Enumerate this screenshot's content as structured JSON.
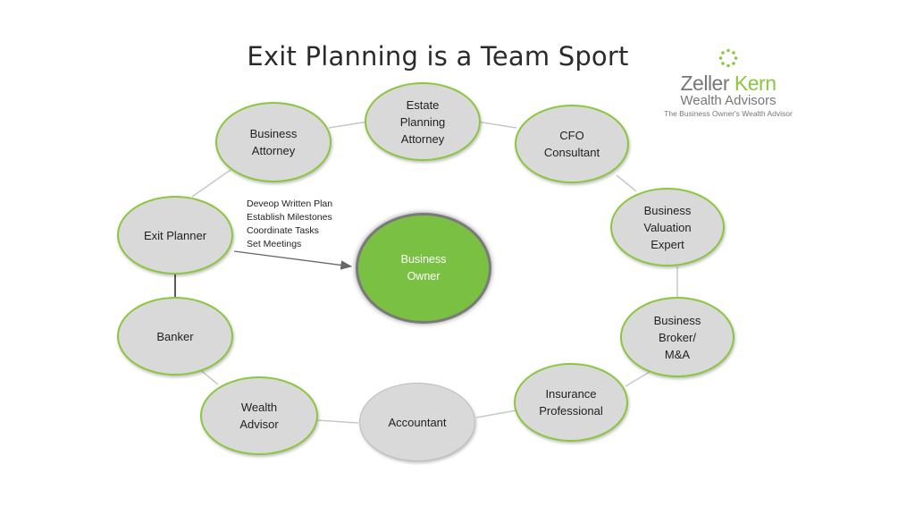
{
  "title": "Exit Planning is a Team Sport",
  "logo": {
    "name_part1": "Zeller ",
    "name_part2": "Kern",
    "line2": "Wealth Advisors",
    "tagline": "The Business Owner's Wealth Advisor",
    "brand_color": "#8cc63e"
  },
  "center": {
    "label": "Business\nOwner",
    "color": "#7ac143"
  },
  "nodes": {
    "business_attorney": "Business\nAttorney",
    "estate_planning_attorney": "Estate\nPlanning\nAttorney",
    "cfo_consultant": "CFO\nConsultant",
    "business_valuation_expert": "Business\nValuation\nExpert",
    "business_broker": "Business\nBroker/\nM&A",
    "insurance_professional": "Insurance\nProfessional",
    "accountant": "Accountant",
    "wealth_advisor": "Wealth\nAdvisor",
    "banker": "Banker",
    "exit_planner": "Exit Planner"
  },
  "tasks": [
    "Deveop Written Plan",
    "Establish Milestones",
    "Coordinate Tasks",
    "Set Meetings"
  ]
}
